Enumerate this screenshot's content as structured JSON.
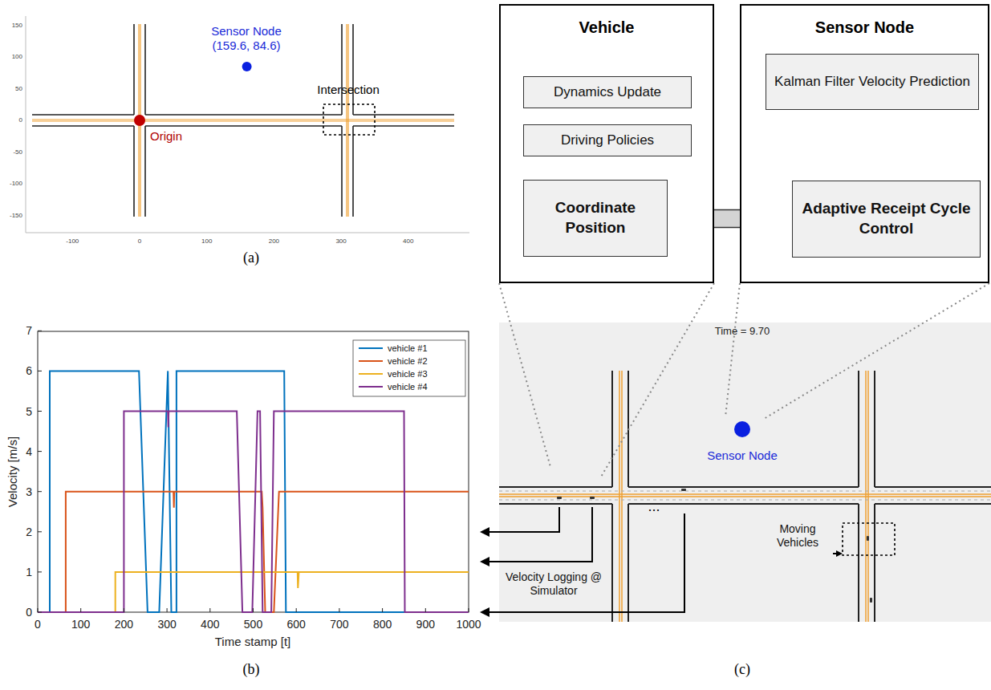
{
  "diagram": {
    "nodes": [
      {
        "text": [
          "Vehicle"
        ]
      },
      {
        "text": [
          "Dynamics Update"
        ],
        "in": 0
      },
      {
        "text": [
          "Driving Policies"
        ],
        "in": 0
      },
      {
        "text": [
          "Coordinate Position"
        ],
        "in": 0
      },
      {
        "text": [
          "Sensor Node"
        ]
      },
      {
        "text": [
          "Kalman Filter Velocity Prediction"
        ],
        "in": 4
      },
      {
        "text": [
          "Adaptive Receipt Cycle Control"
        ],
        "in": 4
      }
    ],
    "edges": [
      {
        "from": 3,
        "to": 6,
        "arrow": "both"
      },
      {
        "from": 5,
        "to": 6,
        "arrow": "to"
      },
      {
        "from": 6,
        "to": 5,
        "arrow": "to"
      }
    ],
    "labels": [
      "Sensor Node (159.6, 84.6)",
      "Origin",
      "Intersection",
      "150",
      "100",
      "50",
      "0",
      "-50",
      "-100",
      "-150",
      "-100",
      "0",
      "100",
      "200",
      "300",
      "400",
      "(a)",
      "0",
      "1",
      "2",
      "3",
      "4",
      "5",
      "6",
      "7",
      "0",
      "100",
      "200",
      "300",
      "400",
      "500",
      "600",
      "700",
      "800",
      "900",
      "1000",
      "Velocity [m/s]",
      "Time stamp [t]",
      "(b)",
      "Time = 9.70",
      "Sensor Node",
      "Moving Vehicles",
      "...",
      "Velocity Logging @ Simulator",
      "(c)"
    ],
    "legend": [
      {
        "text": "vehicle #1",
        "color": "#0072bd"
      },
      {
        "text": "vehicle #2",
        "color": "#d95319"
      },
      {
        "text": "vehicle #3",
        "color": "#edb120"
      },
      {
        "text": "vehicle #4",
        "color": "#7e2f8e"
      }
    ]
  }
}
